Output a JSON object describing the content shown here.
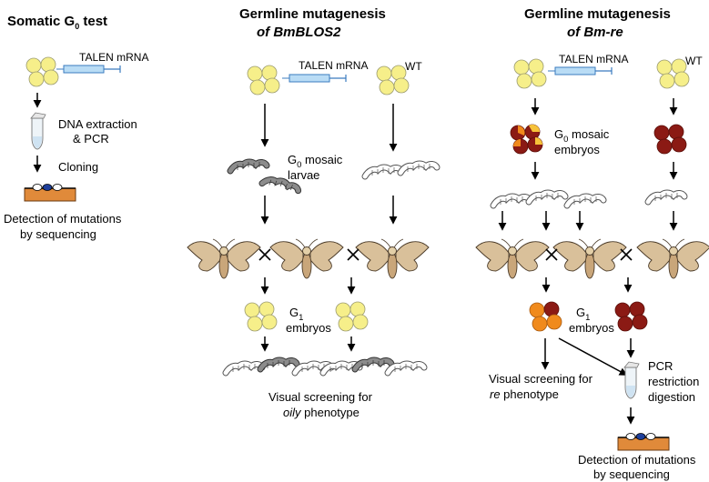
{
  "panels": {
    "somatic": {
      "title": "Somatic G",
      "title_sub": "0",
      "title_end": " test",
      "talen": "TALEN mRNA",
      "dna_line1": "DNA extraction",
      "dna_line2": "& PCR",
      "cloning": "Cloning",
      "detect_line1": "Detection of mutations",
      "detect_line2": "by sequencing"
    },
    "bmblos2": {
      "title_line1": "Germline mutagenesis",
      "title_of": "of ",
      "title_gene": "BmBLOS2",
      "talen": "TALEN mRNA",
      "wt": "WT",
      "g0_prefix": "G",
      "g0_sub": "0",
      "g0_rest": " mosaic",
      "g0_line2": "larvae",
      "g1_prefix": "G",
      "g1_sub": "1",
      "g1_line2": "embryos",
      "screen_line1": "Visual screening for",
      "screen_italic": "oily",
      "screen_rest": " phenotype"
    },
    "bmre": {
      "title_line1": "Germline mutagenesis",
      "title_of": "of ",
      "title_gene": "Bm-re",
      "talen": "TALEN mRNA",
      "wt": "WT",
      "g0_prefix": "G",
      "g0_sub": "0",
      "g0_rest": " mosaic",
      "g0_line2": "embryos",
      "g1_prefix": "G",
      "g1_sub": "1",
      "g1_line2": "embryos",
      "screen_line1": "Visual screening for",
      "screen_italic": "re",
      "screen_rest": " phenotype",
      "pcr_line1": "PCR",
      "pcr_line2": "restriction",
      "pcr_line3": "digestion",
      "detect_line1": "Detection of mutations",
      "detect_line2": "by sequencing"
    }
  },
  "colors": {
    "yellow_embryo": "#f6ef8a",
    "red_embryo": "#8b1a14",
    "orange_embryo": "#f08a1c",
    "moth_body": "#d9c09a",
    "syringe": "#b9dcf5",
    "tray": "#e08a3a",
    "blue_colony": "#1f3f9a"
  },
  "icons": [
    "syringe-icon",
    "tube-icon",
    "dish-icon",
    "moth-icon",
    "larva-icon",
    "embryo-cluster-icon",
    "cross-icon"
  ]
}
